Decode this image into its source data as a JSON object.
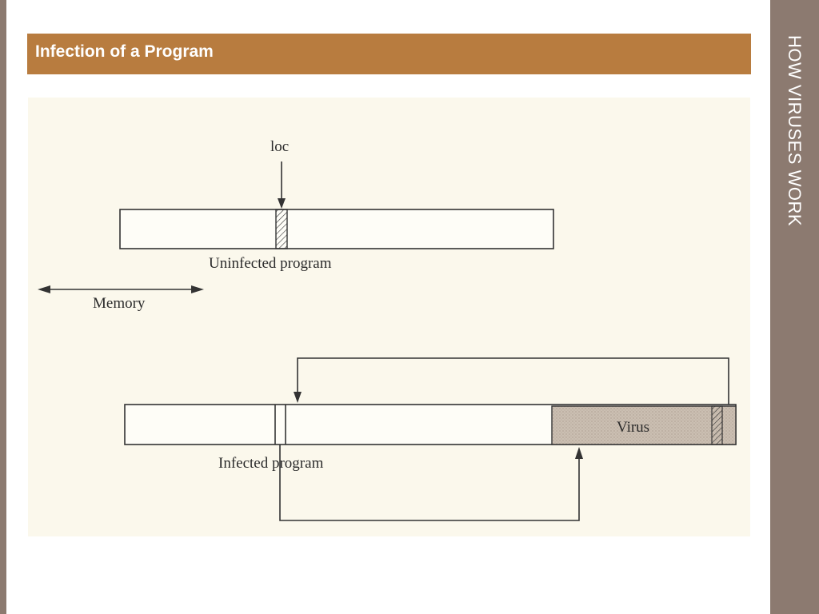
{
  "slide": {
    "title": "Infection of a Program",
    "section_title": "HOW VIRUSES WORK"
  },
  "diagram": {
    "label_loc": "loc",
    "label_uninfected": "Uninfected program",
    "label_memory": "Memory",
    "label_infected": "Infected program",
    "label_virus": "Virus"
  },
  "colors": {
    "title_bar": "#b87c3f",
    "side_rail": "#8c7a70",
    "figure_bg": "#fbf8ec",
    "virus_fill": "#cbbfb2"
  }
}
